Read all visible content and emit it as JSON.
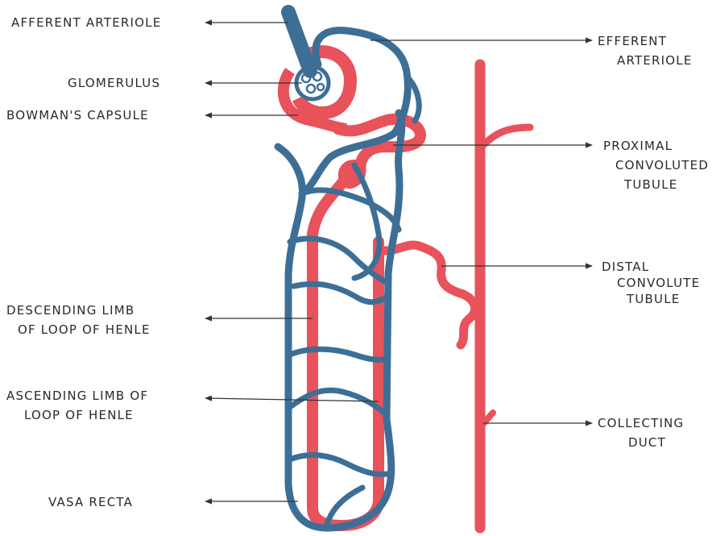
{
  "labels": {
    "afferent_arteriole": "AFFERENT ARTERIOLE",
    "glomerulus": "GLOMERULUS",
    "bowmans_capsule": "BOWMAN'S CAPSULE",
    "efferent_arteriole_1": "EFFERENT",
    "efferent_arteriole_2": "ARTERIOLE",
    "pct_1": "PROXIMAL",
    "pct_2": "CONVOLUTED",
    "pct_3": "TUBULE",
    "dct_1": "DISTAL",
    "dct_2": "CONVOLUTE",
    "dct_3": "TUBULE",
    "descending_1": "DESCENDING LIMB",
    "descending_2": "OF LOOP OF HENLE",
    "ascending_1": "ASCENDING LIMB OF",
    "ascending_2": "LOOP OF HENLE",
    "collecting_1": "COLLECTING",
    "collecting_2": "DUCT",
    "vasa_recta": "VASA RECTA"
  },
  "colors": {
    "blood_vessel": "#3d6f96",
    "tubule": "#e8525b"
  }
}
